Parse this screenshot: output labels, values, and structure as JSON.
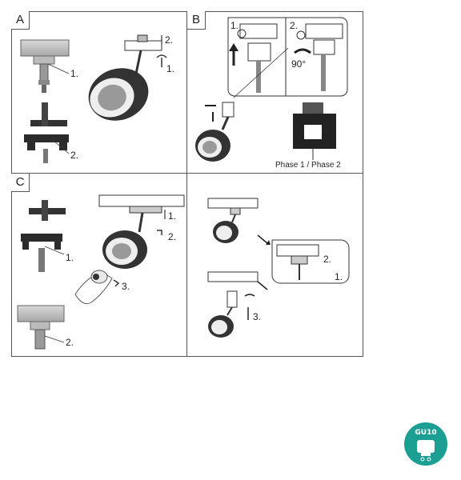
{
  "panels": {
    "A": {
      "letter": "A",
      "labels": {
        "a1": "1.",
        "a2": "2.",
        "a3": "2.",
        "a4": "1."
      }
    },
    "B": {
      "letter": "B",
      "labels": {
        "b1": "1.",
        "b2": "2.",
        "angle": "90°",
        "phase": "Phase 1 / Phase 2"
      }
    },
    "C": {
      "letter": "C",
      "labels": {
        "c1": "1.",
        "c2": "2.",
        "c3": "3.",
        "c4": "1.",
        "c5": "2."
      }
    },
    "D": {
      "labels": {
        "d1": "2.",
        "d2": "1.",
        "d3": "3."
      }
    }
  },
  "badge": {
    "text": "GU10",
    "color": "#1b9f93"
  },
  "colors": {
    "line": "#555555",
    "metal": "#b4b4b4",
    "dark": "#2b2b2b"
  }
}
